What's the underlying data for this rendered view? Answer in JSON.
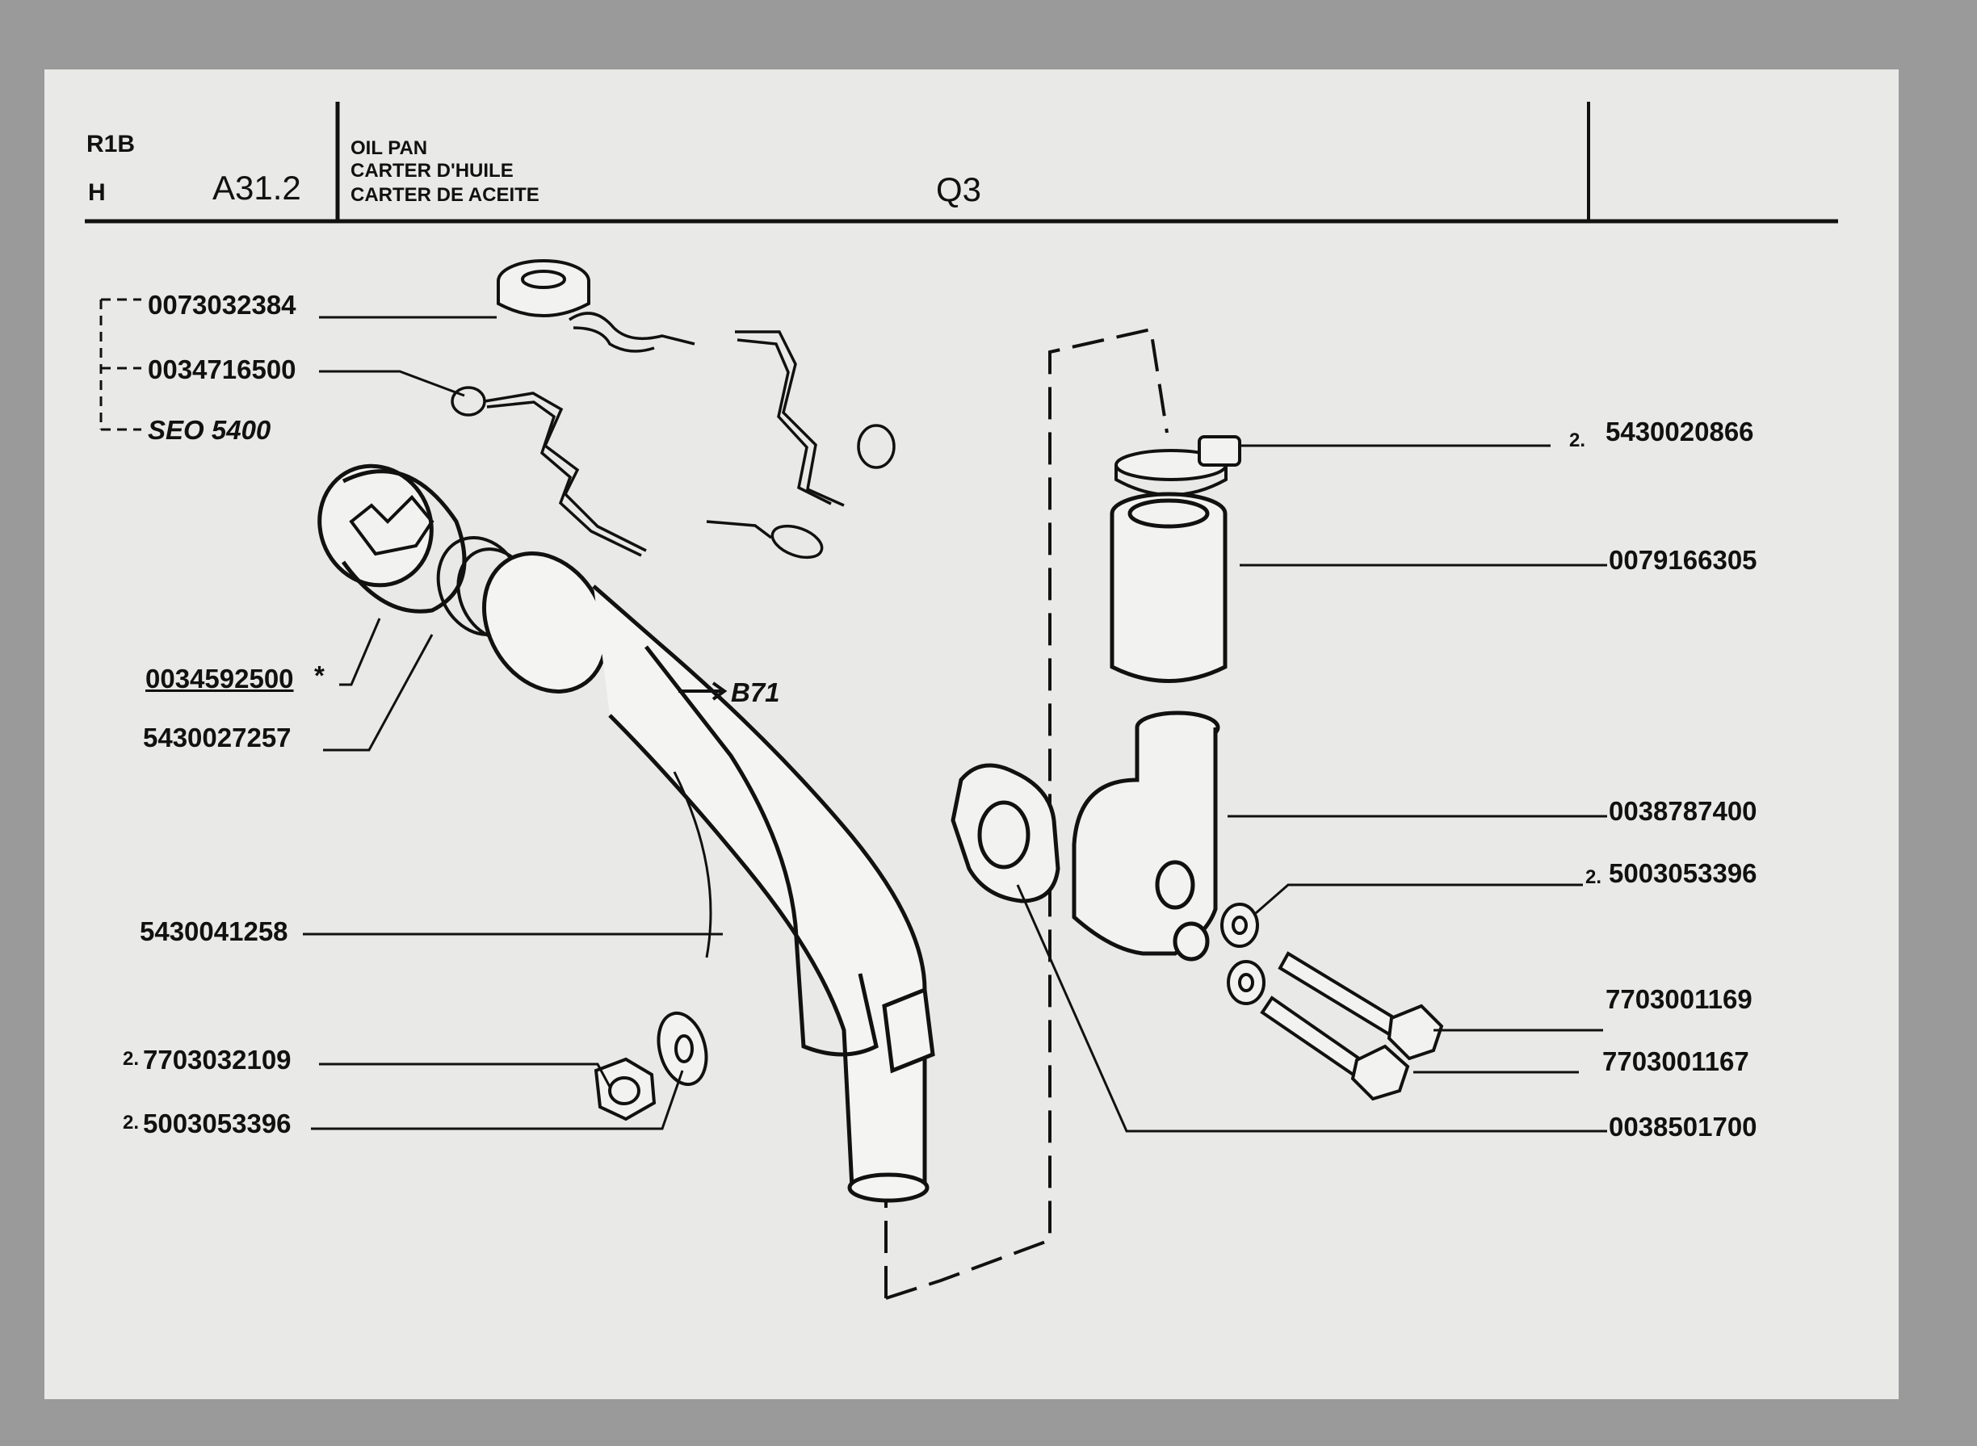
{
  "header": {
    "model": "R1B",
    "variant": "H",
    "section_code": "A31.2",
    "title_en": "OIL PAN",
    "title_fr": "CARTER D'HUILE",
    "title_es": "CARTER DE ACEITE",
    "page_code": "Q3"
  },
  "callouts": {
    "cap_small": "0073032384",
    "chain": "0034716500",
    "seo": "SEO 5400",
    "oil_cap": "0034592500",
    "oil_cap_star": "*",
    "seal_ring": "5430027257",
    "filler_tube": "5430041258",
    "nut_qty": "2.",
    "nut": "7703032109",
    "washer_left_qty": "2.",
    "washer_left": "5003053396",
    "ref_arrow": "B71",
    "clamp_qty": "2.",
    "clamp": "5430020866",
    "hose": "0079166305",
    "elbow": "0038787400",
    "washer_right_qty": "2.",
    "washer_right": "5003053396",
    "bolt_long": "7703001169",
    "bolt_short": "7703001167",
    "gasket": "0038501700"
  }
}
